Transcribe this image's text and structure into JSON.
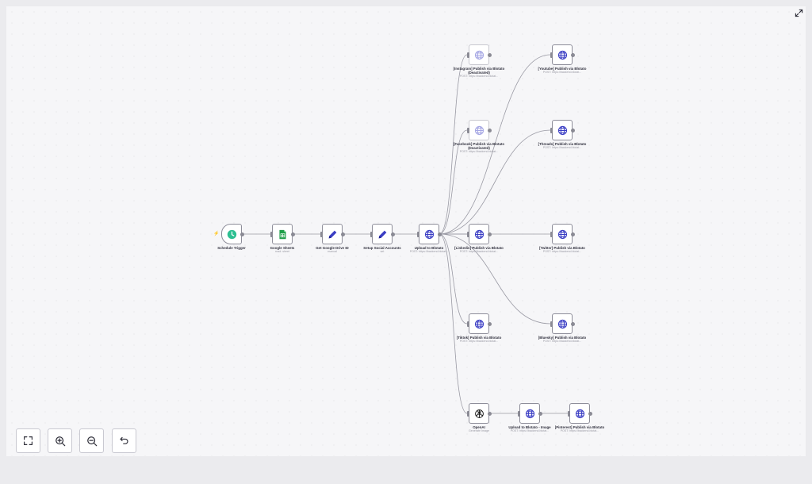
{
  "colors": {
    "canvas": "#f6f6f8",
    "edge": "#9a9aa4",
    "http_icon": "#3b3ec4",
    "sheets_icon": "#1e9e48",
    "schedule_icon": "#2cbf91",
    "edit_icon": "#3b3ec4",
    "trigger_marker": "#f04060"
  },
  "trigger_marker": "⚡",
  "nodes": {
    "schedule": {
      "name": "Schedule Trigger",
      "sub": "",
      "icon": "clock-icon"
    },
    "sheets": {
      "name": "Google Sheets",
      "sub": "read: sheet",
      "icon": "sheets-icon"
    },
    "drive": {
      "name": "Get Google Drive ID",
      "sub": "manual",
      "icon": "pencil-icon"
    },
    "setup": {
      "name": "Setup Social Accounts",
      "sub": "set",
      "icon": "pencil-icon"
    },
    "upload": {
      "name": "Upload to Blotato",
      "sub": "POST: https://backend.blotat...",
      "icon": "globe-icon"
    },
    "instagram": {
      "name": "[Instagram] Publish via Blotato (Deactivated)",
      "sub": "POST: https://backend.blotat...",
      "icon": "globe-icon"
    },
    "youtube": {
      "name": "[Youtube] Publish via Blotato",
      "sub": "POST: https://backend.blotat...",
      "icon": "globe-icon"
    },
    "facebook": {
      "name": "[Facebook] Publish via Blotato (Deactivated)",
      "sub": "POST: https://backend.blotat...",
      "icon": "globe-icon"
    },
    "threads": {
      "name": "[Threads] Publish via Blotato",
      "sub": "POST: https://backend.blotat...",
      "icon": "globe-icon"
    },
    "linkedin": {
      "name": "[Linkedin] Publish via Blotato",
      "sub": "POST: https://backend.blotat...",
      "icon": "globe-icon"
    },
    "twitter": {
      "name": "[Twitter] Publish via Blotato",
      "sub": "POST: https://backend.blotat...",
      "icon": "globe-icon"
    },
    "tiktok": {
      "name": "[Tiktok] Publish via Blotato",
      "sub": "POST: https://backend.blotat...",
      "icon": "globe-icon"
    },
    "bluesky": {
      "name": "[Bluesky] Publish via Blotato",
      "sub": "POST: https://backend.blotat...",
      "icon": "globe-icon"
    },
    "openai": {
      "name": "OpenAI",
      "sub": "Generate Image",
      "icon": "openai-icon"
    },
    "upload_image": {
      "name": "Upload to Blotato - Image",
      "sub": "POST: https://backend.blotat...",
      "icon": "globe-icon"
    },
    "pinterest": {
      "name": "[Pinterest] Publish via Blotato",
      "sub": "POST: https://backend.blotat...",
      "icon": "globe-icon"
    }
  },
  "controls": {
    "fit": "fit-view-icon",
    "zoom_in": "zoom-in-icon",
    "zoom_out": "zoom-out-icon",
    "reset": "reset-zoom-icon",
    "fullscreen": "fullscreen-icon"
  }
}
